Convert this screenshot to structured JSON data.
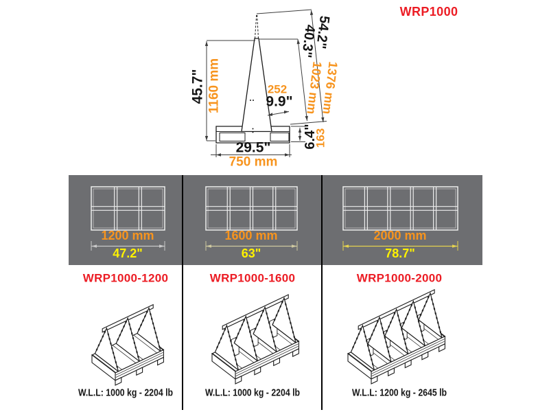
{
  "title": {
    "label": "WRP1000"
  },
  "colors": {
    "accent_orange": "#F7941E",
    "accent_yellow": "#FFF200",
    "brand_red": "#EC1C24",
    "band_gray": "#6D6E71"
  },
  "cross_section": {
    "overall_height_in": "45.7\"",
    "overall_height_mm": "1160 mm",
    "outer_slant_in": "54.2\"",
    "outer_slant_mm": "1376 mm",
    "inner_slant_in": "40.3\"",
    "inner_slant_mm": "1023 mm",
    "shelf_mm": "252",
    "shelf_in": "9.9\"",
    "base_height_in": "6.4\"",
    "base_height_mm": "163",
    "base_width_in": "29.5\"",
    "base_width_mm": "750 mm"
  },
  "variants": [
    {
      "model": "WRP1000-1200",
      "length_mm": "1200 mm",
      "length_in": "47.2\"",
      "wll": "W.L.L: 1000 kg - 2204 lb",
      "grid_columns": 3,
      "grid_rows": 2,
      "dim_line_color": "#C9C9C9"
    },
    {
      "model": "WRP1000-1600",
      "length_mm": "1600 mm",
      "length_in": "63\"",
      "wll": "W.L.L: 1000 kg - 2204 lb",
      "grid_columns": 4,
      "grid_rows": 2,
      "dim_line_color": "#CFC9A0"
    },
    {
      "model": "WRP1000-2000",
      "length_mm": "2000 mm",
      "length_in": "78.7\"",
      "wll": "W.L.L: 1200 kg - 2645 lb",
      "grid_columns": 5,
      "grid_rows": 2,
      "dim_line_color": "#E5D44F"
    }
  ]
}
